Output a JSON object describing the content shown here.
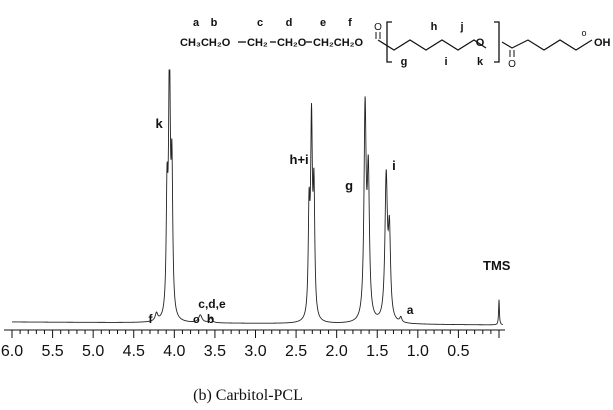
{
  "chart_data": {
    "type": "line",
    "xlabel": "",
    "ylabel": "",
    "x_reversed": true,
    "xlim": [
      6.0,
      0.0
    ],
    "x_ticks": [
      "6.0",
      "5.5",
      "5.0",
      "4.5",
      "4.0",
      "3.5",
      "3.0",
      "2.5",
      "2.0",
      "1.5",
      "1.0",
      "0.5"
    ],
    "x_tick_values": [
      6.0,
      5.5,
      5.0,
      4.5,
      4.0,
      3.5,
      3.0,
      2.5,
      2.0,
      1.5,
      1.0,
      0.5
    ],
    "caption": "(b) Carbitol-PCL",
    "peaks": [
      {
        "label": "f",
        "ppm": 4.22,
        "height": 0.03,
        "width": 0.018
      },
      {
        "label": "k",
        "ppm": 4.06,
        "height": 1.0,
        "width": 0.013
      },
      {
        "label": "",
        "ppm": 4.03,
        "height": 0.55,
        "width": 0.012
      },
      {
        "label": "",
        "ppm": 4.09,
        "height": 0.45,
        "width": 0.012
      },
      {
        "label": "c,d,e",
        "ppm": 3.68,
        "height": 0.03,
        "width": 0.025
      },
      {
        "label": "b",
        "ppm": 3.55,
        "height": 0.02,
        "width": 0.02
      },
      {
        "label": "h+i",
        "ppm": 2.31,
        "height": 0.75,
        "width": 0.013
      },
      {
        "label": "",
        "ppm": 2.28,
        "height": 0.48,
        "width": 0.012
      },
      {
        "label": "",
        "ppm": 2.34,
        "height": 0.4,
        "width": 0.012
      },
      {
        "label": "g",
        "ppm": 1.65,
        "height": 0.82,
        "width": 0.016
      },
      {
        "label": "",
        "ppm": 1.61,
        "height": 0.55,
        "width": 0.016
      },
      {
        "label": "i",
        "ppm": 1.39,
        "height": 0.56,
        "width": 0.018
      },
      {
        "label": "",
        "ppm": 1.35,
        "height": 0.33,
        "width": 0.016
      },
      {
        "label": "a",
        "ppm": 1.21,
        "height": 0.02,
        "width": 0.015
      },
      {
        "label": "TMS",
        "ppm": 0.0,
        "height": 0.1,
        "width": 0.006
      }
    ],
    "peak_labels": [
      {
        "text": "k",
        "ppm": 4.06
      },
      {
        "text": "h+i",
        "ppm": 2.31
      },
      {
        "text": "g",
        "ppm": 1.65
      },
      {
        "text": "i",
        "ppm": 1.39
      },
      {
        "text": "TMS",
        "ppm": 0.0
      },
      {
        "text": "f",
        "ppm": 4.22
      },
      {
        "text": "c,d,e",
        "ppm": 3.68
      },
      {
        "text": "o",
        "ppm": 3.72
      },
      {
        "text": "b",
        "ppm": 3.55
      },
      {
        "text": "a",
        "ppm": 1.21
      }
    ],
    "structure": {
      "atom_labels": [
        "a",
        "b",
        "c",
        "d",
        "e",
        "f",
        "h",
        "j",
        "o",
        "g",
        "i",
        "k"
      ],
      "formula_segments": [
        "CH₃CH₂O",
        "CH₂",
        "CH₂O",
        "CH₂CH₂O"
      ],
      "carbonyl_o": "O",
      "ring_o": "O",
      "end_group": "OH"
    }
  }
}
